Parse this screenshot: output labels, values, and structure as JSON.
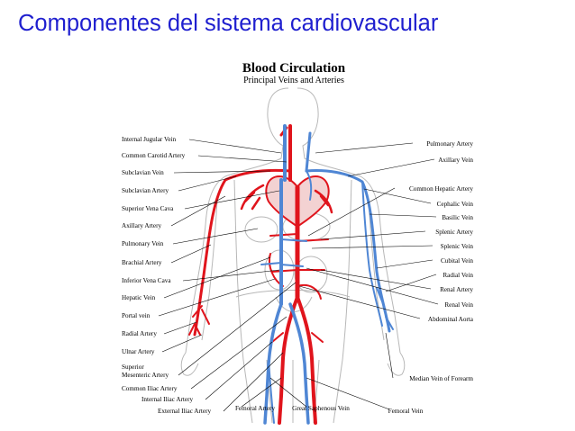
{
  "slide": {
    "title": "Componentes del sistema cardiovascular"
  },
  "diagram": {
    "title": "Blood Circulation",
    "subtitle": "Principal Veins and Arteries",
    "colors": {
      "artery": "#e0141c",
      "vein": "#4f86d4",
      "outline": "#b8b8b8",
      "title": "#1f1fcf"
    },
    "left_labels": [
      "Internal Jugular Vein",
      "Common Carotid Artery",
      "Subclavian Vein",
      "Subclavian Artery",
      "Superior Vena Cava",
      "Axillary Artery",
      "Pulmonary Vein",
      "Brachial Artery",
      "Inferior Vena Cava",
      "Hepatic Vein",
      "Portal vein",
      "Radial Artery",
      "Ulnar Artery",
      "Superior",
      "Mesenteric Artery",
      "Common Iliac Artery",
      "Internal Iliac Artery",
      "External Iliac Artery"
    ],
    "right_labels": [
      "Pulmonary Artery",
      "Axillary Vein",
      "Common Hepatic Artery",
      "Cephalic Vein",
      "Basilic Vein",
      "Splenic Artery",
      "Splenic Vein",
      "Cubital Vein",
      "Radial Vein",
      "Renal Artery",
      "Renal Vein",
      "Abdominal Aorta",
      "Median Vein of Forearm"
    ],
    "bottom_labels": [
      "Femoral Artery",
      "Great Saphenous Vein",
      "Femoral Vein"
    ]
  }
}
